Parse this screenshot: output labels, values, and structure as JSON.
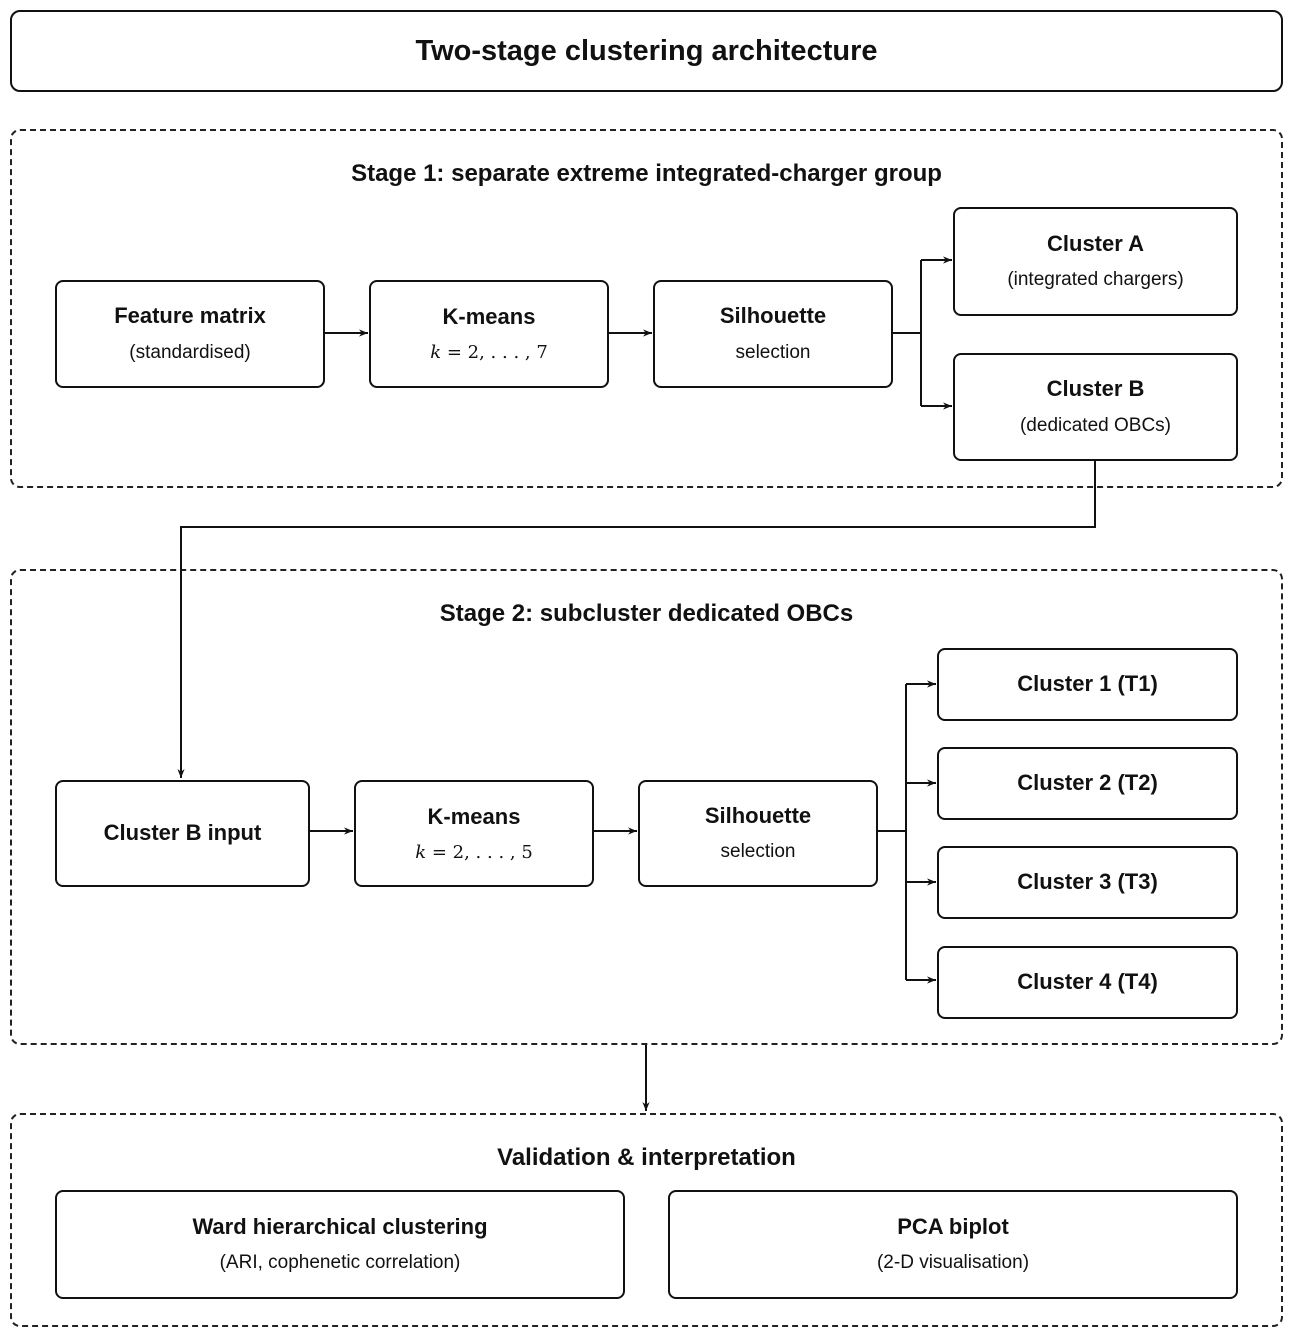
{
  "title": "Two-stage clustering architecture",
  "stage1": {
    "title": "Stage 1: separate extreme integrated-charger group",
    "feature_matrix": {
      "label": "Feature matrix",
      "sub": "(standardised)"
    },
    "kmeans": {
      "label": "K-means",
      "k_var": "k",
      "range": "= 2, . . . , 7"
    },
    "silhouette": {
      "label": "Silhouette",
      "sub": "selection"
    },
    "cluster_a": {
      "label": "Cluster A",
      "sub": "(integrated chargers)"
    },
    "cluster_b": {
      "label": "Cluster B",
      "sub": "(dedicated OBCs)"
    }
  },
  "stage2": {
    "title": "Stage 2: subcluster dedicated OBCs",
    "input": {
      "label": "Cluster B input"
    },
    "kmeans": {
      "label": "K-means",
      "k_var": "k",
      "range": "= 2, . . . , 5"
    },
    "silhouette": {
      "label": "Silhouette",
      "sub": "selection"
    },
    "clusters": [
      {
        "label": "Cluster 1 (T1)"
      },
      {
        "label": "Cluster 2 (T2)"
      },
      {
        "label": "Cluster 3 (T3)"
      },
      {
        "label": "Cluster 4 (T4)"
      }
    ]
  },
  "validation": {
    "title": "Validation & interpretation",
    "ward": {
      "label": "Ward hierarchical clustering",
      "sub": "(ARI, cophenetic correlation)"
    },
    "pca": {
      "label": "PCA biplot",
      "sub": "(2-D visualisation)"
    }
  }
}
